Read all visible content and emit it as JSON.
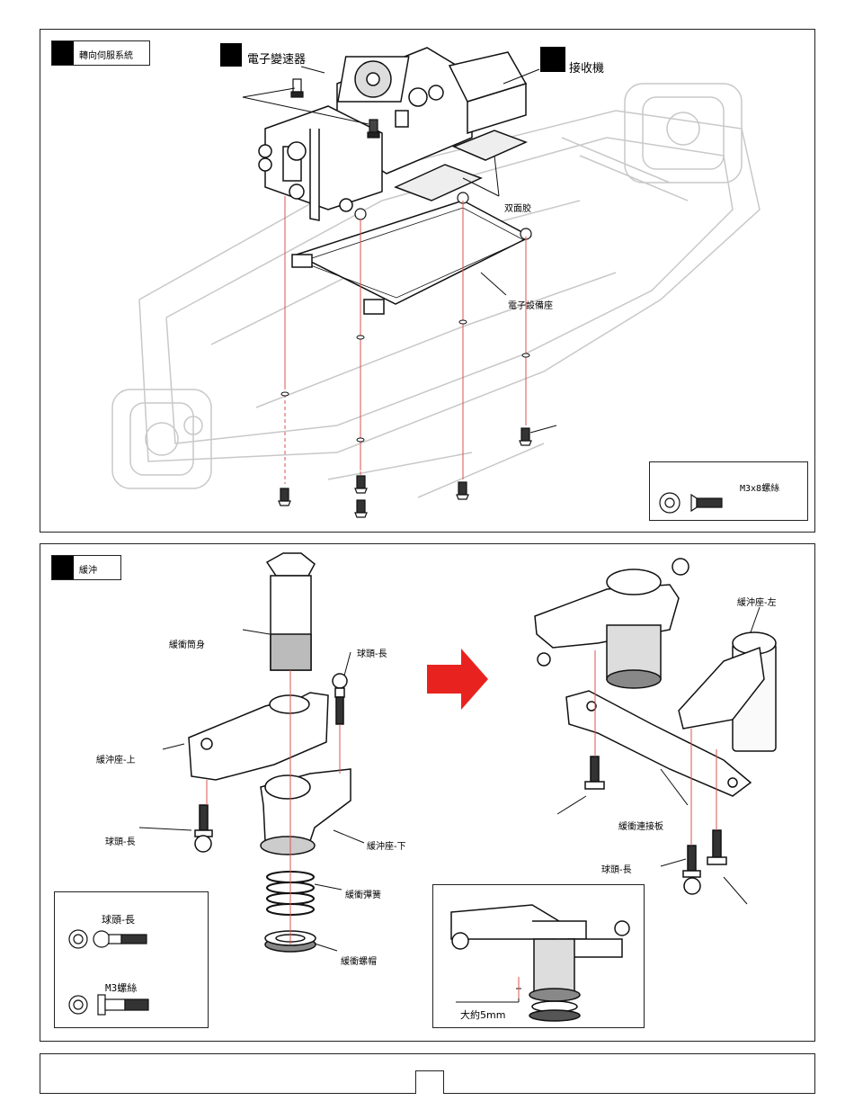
{
  "top_panel": {
    "section_title": "轉向伺服系統",
    "labels": {
      "esc": "電子變速器",
      "receiver": "接收機",
      "tape": "双面胶",
      "mount": "電子設備座"
    },
    "legend": {
      "label": "M3x8螺絲"
    }
  },
  "bottom_panel": {
    "section_title": "緩沖",
    "labels": {
      "shock_body": "緩衝筒身",
      "ball_long_top": "球頭-長",
      "holder_upper": "緩沖座-上",
      "ball_long_left": "球頭-長",
      "holder_lower": "緩沖座-下",
      "spring": "緩衝彈簧",
      "nut": "緩衝螺帽",
      "holder_left": "緩沖座-左",
      "link_plate": "緩衝連接板",
      "ball_long_right": "球頭-長"
    },
    "legend": {
      "item1": "球頭-長",
      "item2": "M3螺絲"
    },
    "inset": {
      "label": "大約5mm"
    }
  },
  "footer": {
    "page_number": ""
  },
  "colors": {
    "accent_red": "#e8231f",
    "guide_red": "#d9534f"
  }
}
